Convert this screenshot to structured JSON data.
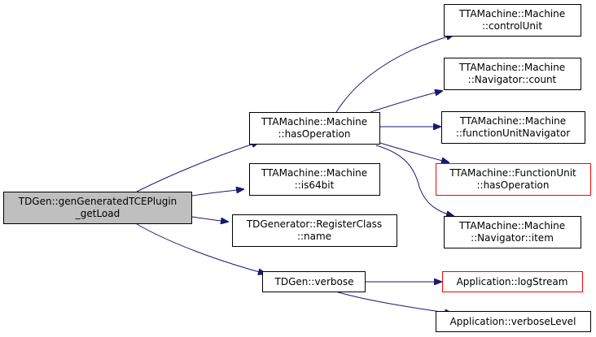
{
  "colors": {
    "edge": "#191970",
    "node_border": "#000000",
    "node_fill": "#ffffff",
    "root_fill": "#bfbfbf",
    "highlight_border": "#ff0000"
  },
  "nodes": {
    "root": {
      "line1": "TDGen::genGeneratedTCEPlugin",
      "line2": "_getLoad"
    },
    "has_operation": {
      "line1": "TTAMachine::Machine",
      "line2": "::hasOperation"
    },
    "is64bit": {
      "line1": "TTAMachine::Machine",
      "line2": "::is64bit"
    },
    "register_class_name": {
      "line1": "TDGenerator::RegisterClass",
      "line2": "::name"
    },
    "verbose": {
      "line1": "TDGen::verbose"
    },
    "control_unit": {
      "line1": "TTAMachine::Machine",
      "line2": "::controlUnit"
    },
    "navigator_count": {
      "line1": "TTAMachine::Machine",
      "line2": "::Navigator::count"
    },
    "function_unit_navigator": {
      "line1": "TTAMachine::Machine",
      "line2": "::functionUnitNavigator"
    },
    "fu_has_operation": {
      "line1": "TTAMachine::FunctionUnit",
      "line2": "::hasOperation"
    },
    "navigator_item": {
      "line1": "TTAMachine::Machine",
      "line2": "::Navigator::item"
    },
    "log_stream": {
      "line1": "Application::logStream"
    },
    "verbose_level": {
      "line1": "Application::verboseLevel"
    }
  }
}
